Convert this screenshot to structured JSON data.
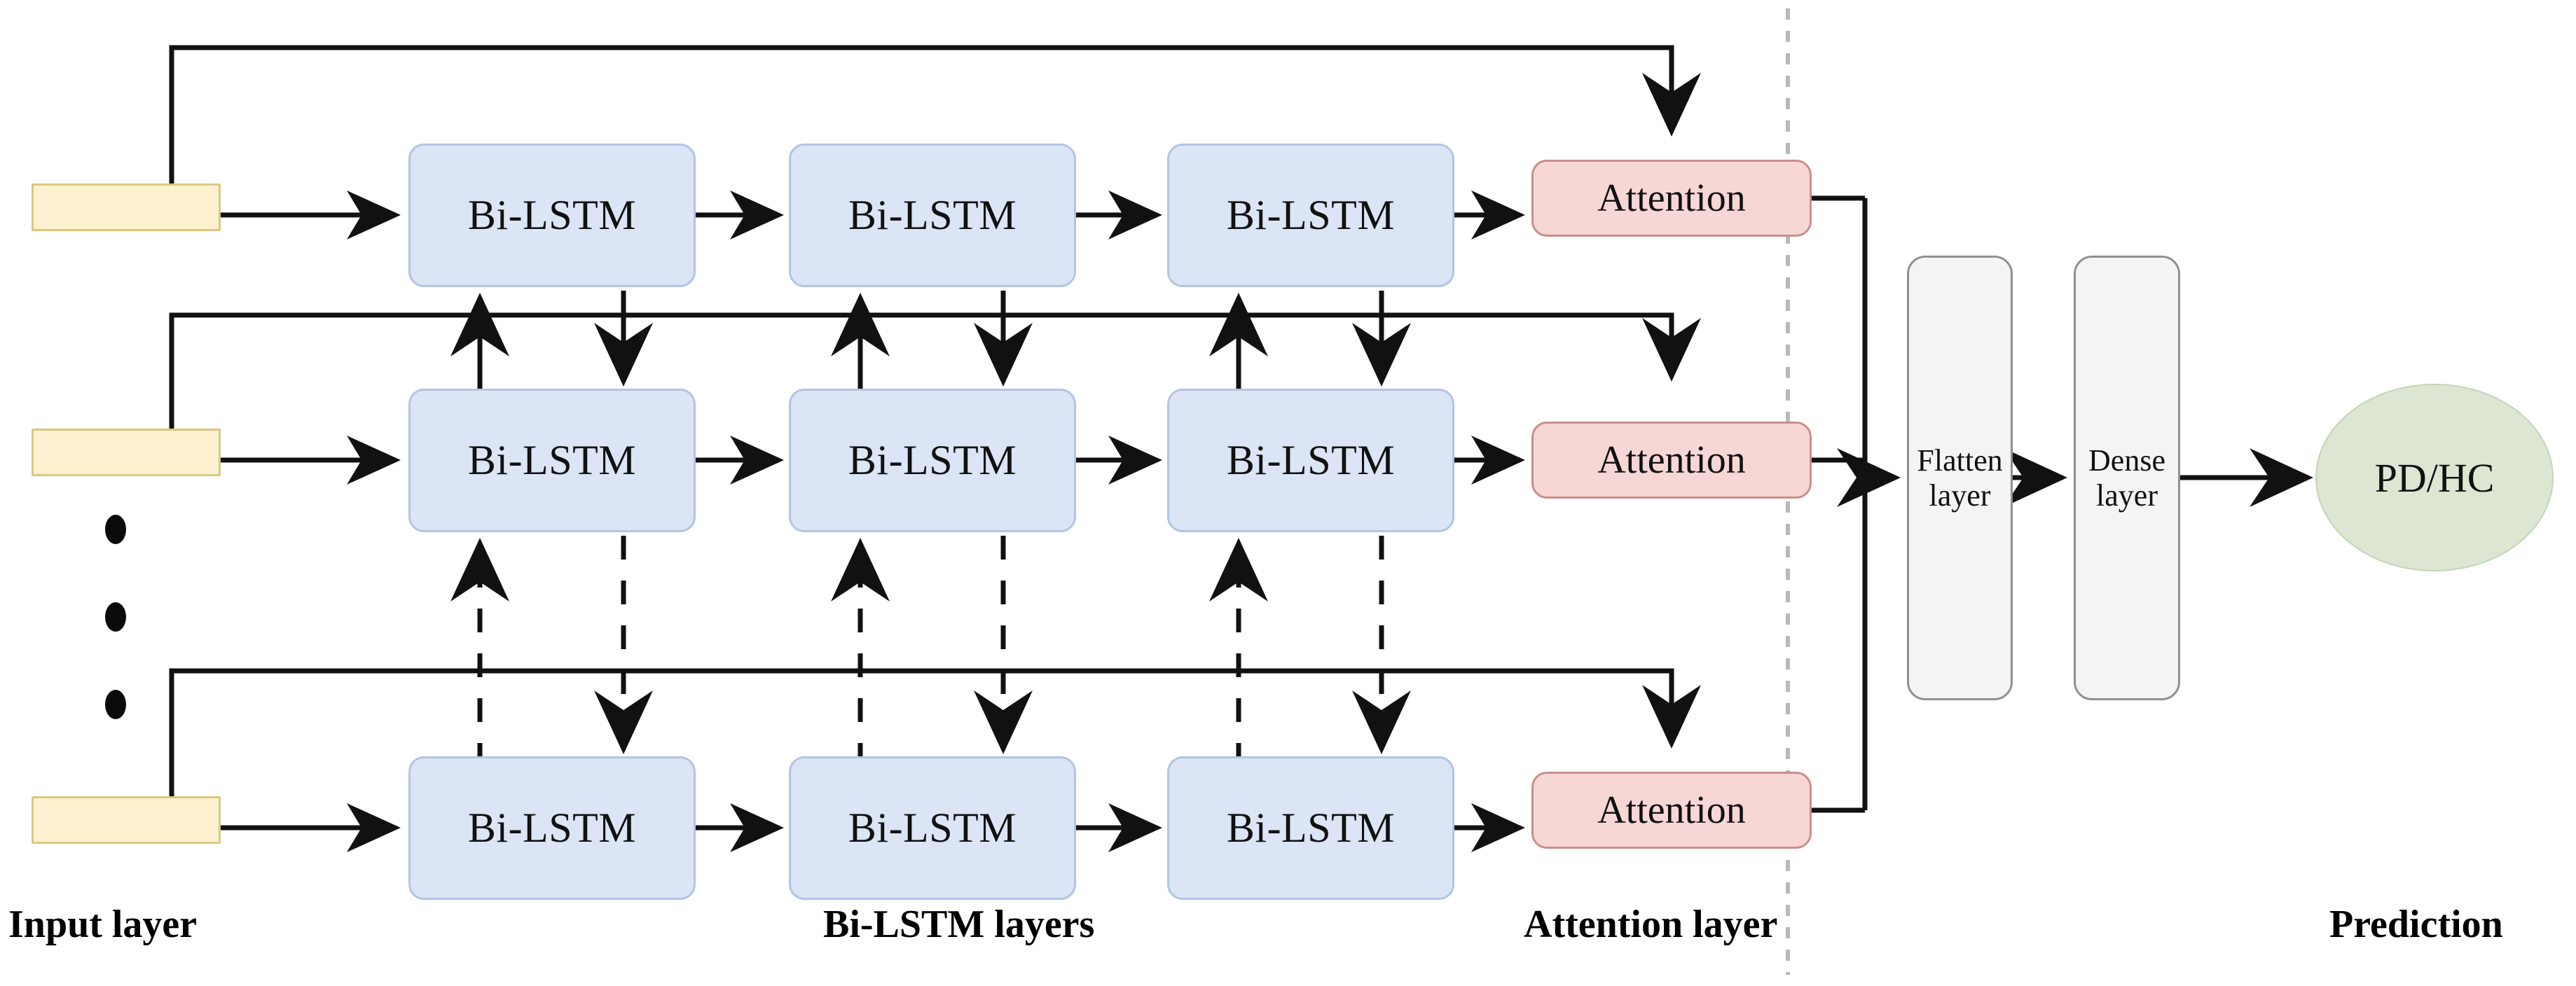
{
  "diagram": {
    "title": "Bi-LSTM with attention architecture",
    "colors": {
      "input_fill": "#fdf2cf",
      "input_stroke": "#ddc77d",
      "lstm_fill": "#dbe5f6",
      "lstm_stroke": "#b3c4e3",
      "attention_fill": "#f7d7d6",
      "attention_stroke": "#c98e8b",
      "tall_fill": "#f4f4f4",
      "tall_stroke": "#909090",
      "prediction_fill": "#dce6d2",
      "prediction_stroke": "#c5d3b6",
      "wire": "#111111",
      "divider": "#b9b9b9",
      "background": "#ffffff"
    },
    "input_layer": {
      "boxes": [
        {
          "label": ""
        },
        {
          "label": ""
        },
        {
          "label": ""
        }
      ]
    },
    "lstm_layer": {
      "rows": [
        {
          "cells": [
            {
              "label": "Bi-LSTM"
            },
            {
              "label": "Bi-LSTM"
            },
            {
              "label": "Bi-LSTM"
            }
          ]
        },
        {
          "cells": [
            {
              "label": "Bi-LSTM"
            },
            {
              "label": "Bi-LSTM"
            },
            {
              "label": "Bi-LSTM"
            }
          ]
        },
        {
          "cells": [
            {
              "label": "Bi-LSTM"
            },
            {
              "label": "Bi-LSTM"
            },
            {
              "label": "Bi-LSTM"
            }
          ]
        }
      ]
    },
    "attention_layer": {
      "boxes": [
        {
          "label": "Attention"
        },
        {
          "label": "Attention"
        },
        {
          "label": "Attention"
        }
      ]
    },
    "head": {
      "flatten": {
        "line1": "Flatten",
        "line2": "layer"
      },
      "dense": {
        "line1": "Dense",
        "line2": "layer"
      },
      "prediction": {
        "label": "PD/HC"
      }
    },
    "captions": {
      "input": "Input layer",
      "lstm": "Bi-LSTM layers",
      "attention": "Attention layer",
      "prediction": "Prediction"
    },
    "ellipsis": {
      "symbol": "•",
      "count": 3
    }
  }
}
